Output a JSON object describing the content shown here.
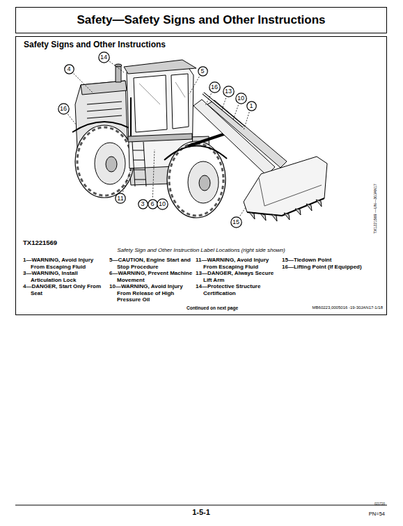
{
  "diagram": {
    "title": "Safety—Safety Signs and Other Instructions",
    "caption": "Safety Sign and Other Instruction Label Locations (right side shown)",
    "nodes": [
      {
        "text": [
          "Safety Signs and Other Instructions"
        ]
      },
      {
        "text": [
          "14"
        ],
        "in": 0
      },
      {
        "text": [
          "4"
        ],
        "in": 0
      },
      {
        "text": [
          "5"
        ],
        "in": 0
      },
      {
        "text": [
          "16"
        ],
        "in": 0
      },
      {
        "text": [
          "13"
        ],
        "in": 0
      },
      {
        "text": [
          "10"
        ],
        "in": 0
      },
      {
        "text": [
          "1"
        ],
        "in": 0
      },
      {
        "text": [
          "16"
        ],
        "in": 0
      },
      {
        "text": [
          "11"
        ],
        "in": 0
      },
      {
        "text": [
          "3"
        ],
        "in": 0
      },
      {
        "text": [
          "6"
        ],
        "in": 0
      },
      {
        "text": [
          "10"
        ],
        "in": 0
      },
      {
        "text": [
          "15"
        ],
        "in": 0
      }
    ],
    "labels": [
      "TX1221569",
      "1—WARNING, Avoid Injury From Escaping Fluid",
      "3—WARNING, Install Articulation Lock",
      "4—DANGER, Start Only From Seat",
      "5—CAUTION, Engine Start and Stop Procedure",
      "6—WARNING, Prevent Machine Movement",
      "10—WARNING, Avoid Injury From Release of High Pressure Oil",
      "11—WARNING, Avoid Injury From Escaping Fluid",
      "13—DANGER, Always Secure Lift Arm",
      "14—Protective Structure Certification",
      "15—Tiedown Point",
      "16—Lifting Point (If Equipped)",
      "Continued on next page",
      "MB60223,0005016 -19-30JAN17-1/18",
      "TX1221569 —UN—30JAN17",
      "1-5-1",
      "021720",
      "PN=54"
    ]
  }
}
